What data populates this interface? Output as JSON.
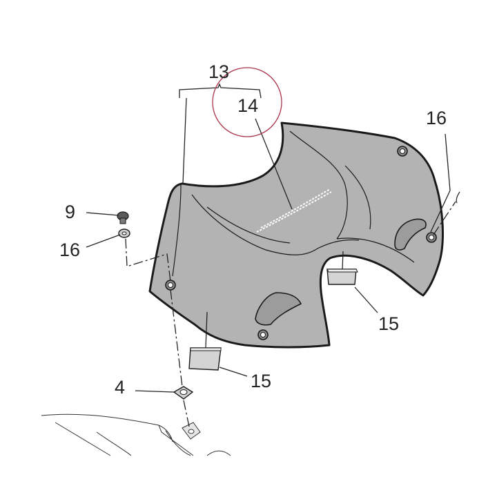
{
  "callouts": {
    "c13": "13",
    "c14": "14",
    "c16_left": "16",
    "c16_right": "16",
    "c9": "9",
    "c4": "4",
    "c15_right": "15",
    "c15_bottom": "15"
  },
  "colors": {
    "panel": "#b3b3b3",
    "outline": "#1a1a1a",
    "highlight_circle": "#a8324a",
    "text": "#222222"
  }
}
